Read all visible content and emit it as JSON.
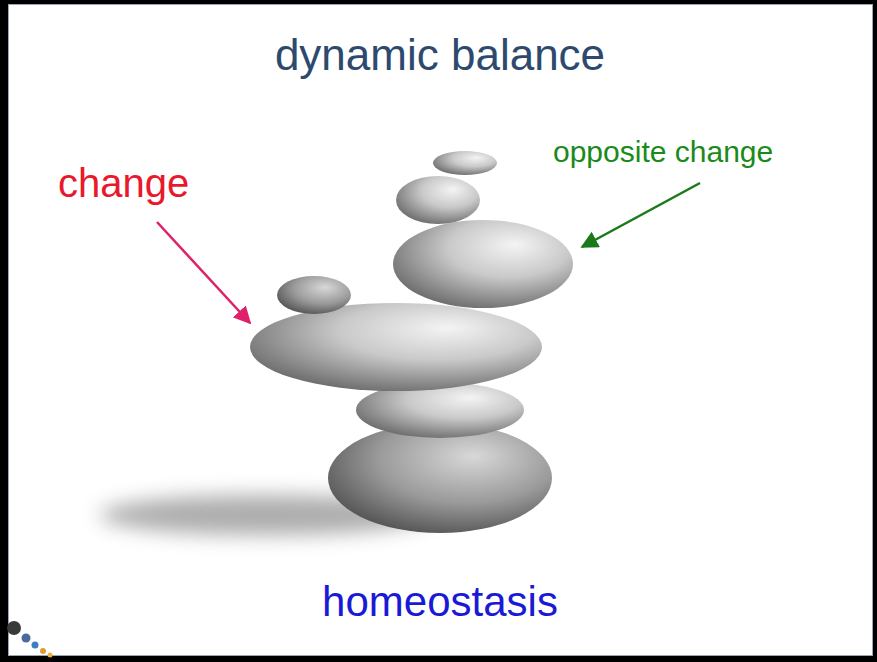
{
  "diagram": {
    "title": "dynamic balance",
    "caption": "homeostasis",
    "labels": [
      "change",
      "opposite change"
    ]
  }
}
